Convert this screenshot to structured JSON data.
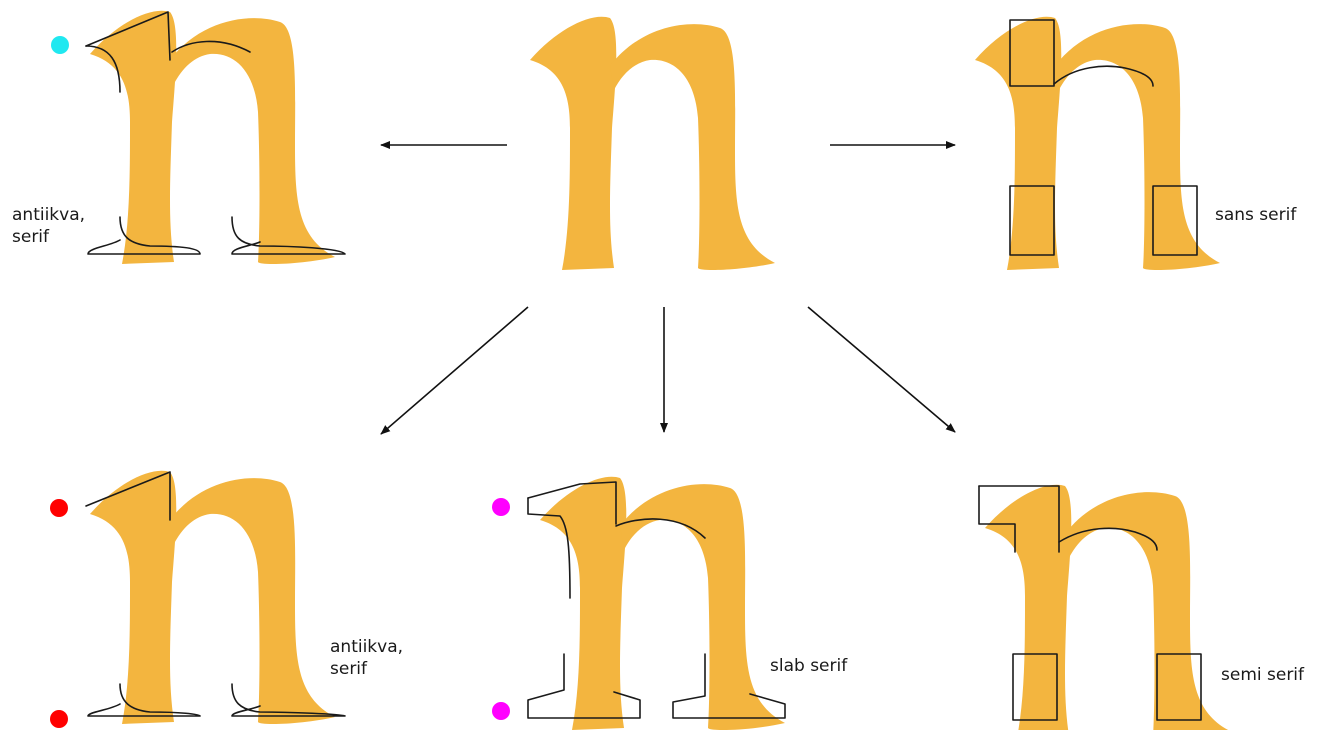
{
  "labels": {
    "top_left": "antiikva,\nserif",
    "top_right": "sans serif",
    "bottom_left": "antiikva,\nserif",
    "bottom_middle": "slab serif",
    "bottom_right": "semi serif"
  },
  "colors": {
    "letter_fill": "#f3b53f",
    "outline": "#1a1a1a",
    "dot_cyan": "#20e8f0",
    "dot_red": "#ff0000",
    "dot_magenta": "#ff00ff"
  }
}
